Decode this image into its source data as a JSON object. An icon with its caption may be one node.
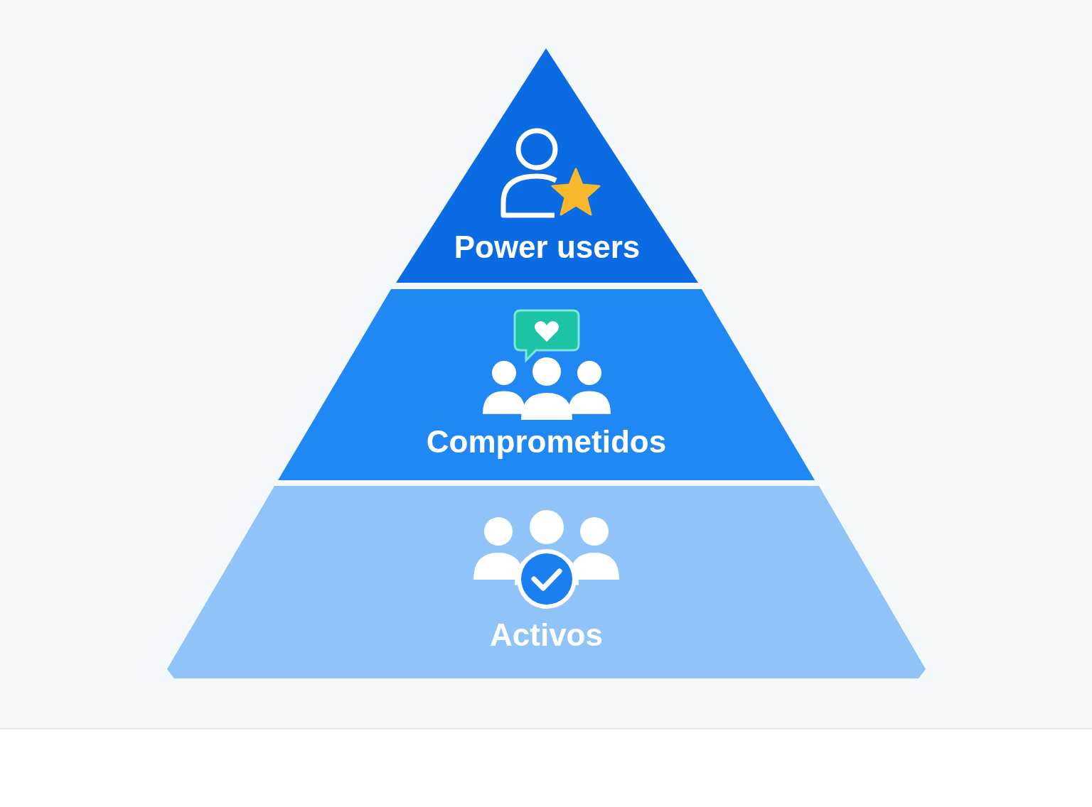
{
  "diagram": {
    "nodes": [
      {
        "text": [
          "Power users"
        ]
      },
      {
        "text": [
          "Comprometidos"
        ]
      },
      {
        "text": [
          "Activos"
        ]
      }
    ]
  }
}
